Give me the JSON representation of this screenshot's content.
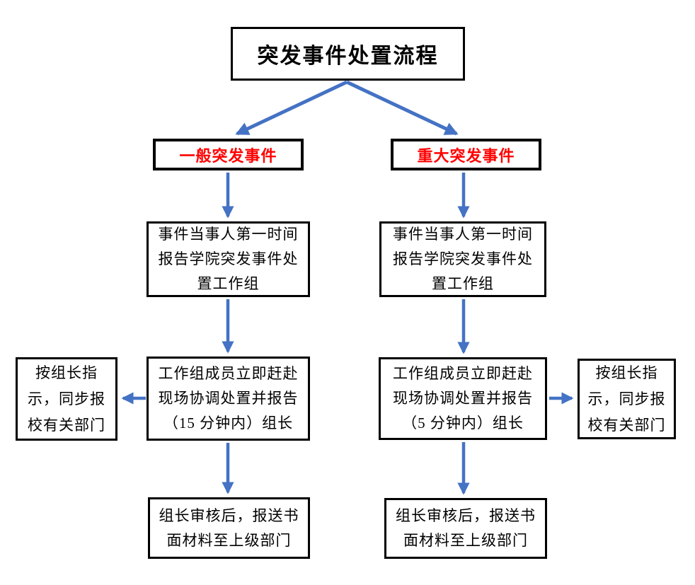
{
  "flowchart": {
    "title": "突发事件处置流程",
    "branches": {
      "general": {
        "label": "一般突发事件"
      },
      "major": {
        "label": "重大突发事件"
      }
    },
    "steps": {
      "report_general": "事件当事人第一时间\n报告学院突发事件处\n置工作组",
      "report_major": "事件当事人第一时间\n报告学院突发事件处\n置工作组",
      "action_general": "工作组成员立即赶赴\n现场协调处置并报告\n（15 分钟内）组长",
      "action_major": "工作组成员立即赶赴\n现场协调处置并报告\n（5 分钟内）组长",
      "notify_general": "按组长指\n示，同步报\n校有关部门",
      "notify_major": "按组长指\n示，同步报\n校有关部门",
      "final_general": "组长审核后，报送书\n面材料至上级部门",
      "final_major": "组长审核后，报送书\n面材料至上级部门"
    },
    "colors": {
      "arrow_blue": "#4472C4",
      "branch_text_red": "#FF0000",
      "box_border_black": "#000000",
      "background": "#FFFFFF"
    }
  }
}
